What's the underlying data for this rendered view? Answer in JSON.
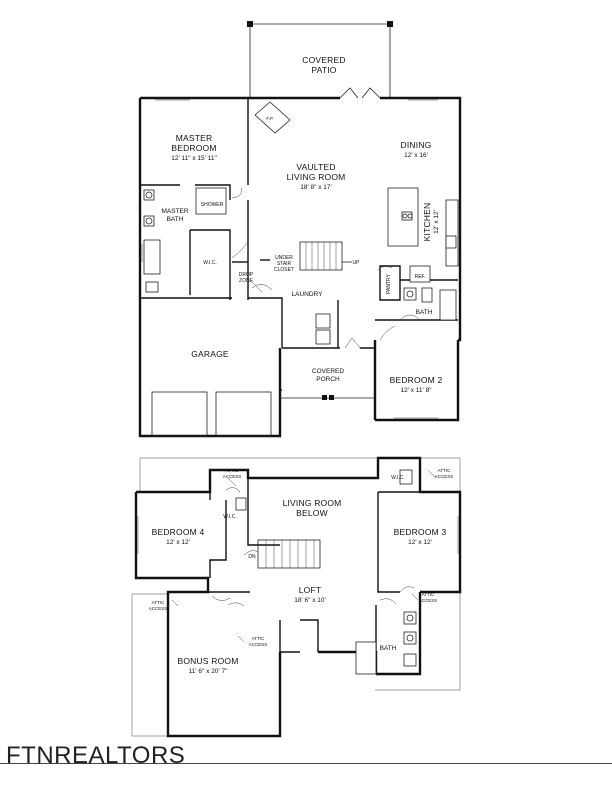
{
  "floor1": {
    "covered_patio": [
      "COVERED",
      "PATIO"
    ],
    "master_bedroom": {
      "name": [
        "MASTER",
        "BEDROOM"
      ],
      "dim": "12' 11\" x 15' 11\""
    },
    "vaulted_living": {
      "name": [
        "VAULTED",
        "LIVING ROOM"
      ],
      "dim": "18' 8\" x 17'"
    },
    "dining": {
      "name": "DINING",
      "dim": "12' x 16'"
    },
    "kitchen": {
      "name": "KITCHEN",
      "dim": "12' x 12'"
    },
    "master_bath": [
      "MASTER",
      "BATH"
    ],
    "shower": "SHOWER",
    "wic": "W.I.C.",
    "under_stair_closet": [
      "UNDER",
      "STAIR",
      "CLOSET"
    ],
    "up": "UP",
    "drop_zone": [
      "DROP",
      "ZONE"
    ],
    "laundry": "LAUNDRY",
    "pantry": "PANTRY",
    "ref": "REF.",
    "bath": "BATH",
    "garage": "GARAGE",
    "covered_porch": [
      "COVERED",
      "PORCH"
    ],
    "bedroom2": {
      "name": "BEDROOM 2",
      "dim": "12' x 11' 8\""
    },
    "fp": "F.P."
  },
  "floor2": {
    "attic_access": [
      "ATTIC",
      "ACCESS"
    ],
    "living_below": [
      "LIVING ROOM",
      "BELOW"
    ],
    "bedroom4": {
      "name": "BEDROOM 4",
      "dim": "12' x 12'"
    },
    "bedroom3": {
      "name": "BEDROOM 3",
      "dim": "12' x 12'"
    },
    "wic": "W.I.C.",
    "dn": "DN",
    "loft": {
      "name": "LOFT",
      "dim": "18' 6\" x 10'"
    },
    "bath": "BATH",
    "bonus_room": {
      "name": "BONUS ROOM",
      "dim": "11' 6\" x 20' 7\""
    }
  },
  "watermark": "FTNREALTORS"
}
